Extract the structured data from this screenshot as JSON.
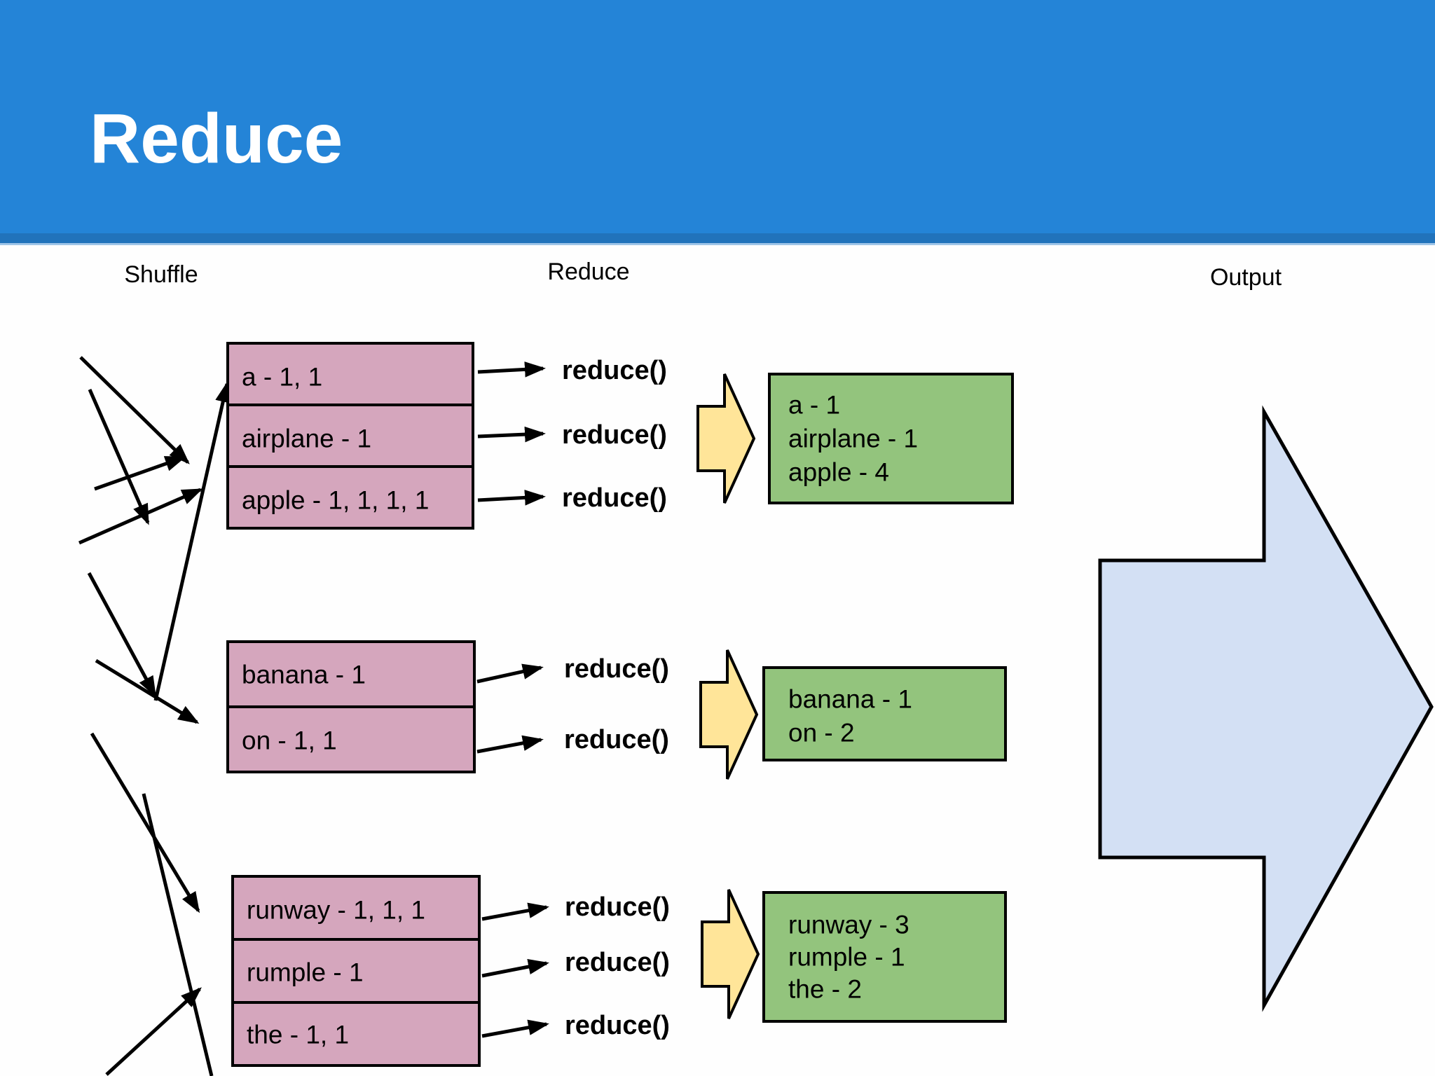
{
  "header": {
    "title": "Reduce",
    "bar_color": "#2484d7",
    "band_color": "#2173bb",
    "strip_color": "#9fc5e8"
  },
  "columns": {
    "shuffle": "Shuffle",
    "reduce": "Reduce",
    "output": "Output"
  },
  "reduce_call": "reduce()",
  "shuffle_groups": [
    {
      "rows": [
        "a - 1, 1",
        "airplane - 1",
        "apple - 1, 1, 1, 1"
      ]
    },
    {
      "rows": [
        "banana - 1",
        "on - 1, 1"
      ]
    },
    {
      "rows": [
        "runway - 1, 1, 1",
        "rumple - 1",
        "the - 1, 1"
      ]
    }
  ],
  "reduced_outputs": [
    {
      "lines": [
        "a - 1",
        "airplane - 1",
        "apple - 4"
      ]
    },
    {
      "lines": [
        "banana - 1",
        "on - 2"
      ]
    },
    {
      "lines": [
        "runway - 3",
        "rumple - 1",
        "the - 2"
      ]
    }
  ],
  "colors": {
    "pink_box": "#d5a6bd",
    "green_box": "#93c47d",
    "yellow_arrow": "#ffe599",
    "output_arrow": "#d3e0f4"
  }
}
